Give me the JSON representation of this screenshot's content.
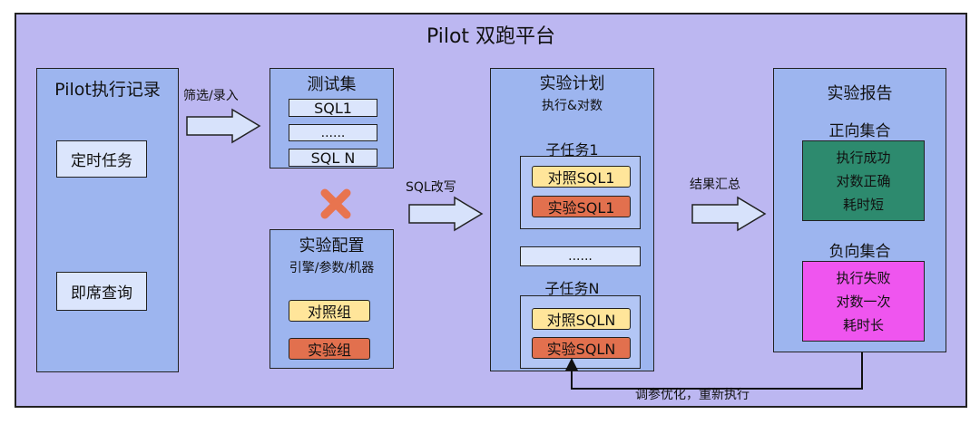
{
  "title": "Pilot 双跑平台",
  "records": {
    "title": "Pilot执行记录",
    "items": [
      "定时任务",
      "即席查询"
    ]
  },
  "arrow1": "筛选/录入",
  "testset": {
    "title": "测试集",
    "items": [
      "SQL1",
      "......",
      "SQL N"
    ]
  },
  "config": {
    "title": "实验配置",
    "subtitle": "引擎/参数/机器",
    "control": "对照组",
    "experiment": "实验组"
  },
  "arrow2": "SQL改写",
  "plan": {
    "title": "实验计划",
    "subtitle": "执行&对数",
    "task1": {
      "title": "子任务1",
      "control": "对照SQL1",
      "experiment": "实验SQL1"
    },
    "ellipsis": "......",
    "taskN": {
      "title": "子任务N",
      "control": "对照SQLN",
      "experiment": "实验SQLN"
    }
  },
  "arrow3": "结果汇总",
  "report": {
    "title": "实验报告",
    "positive": {
      "title": "正向集合",
      "lines": [
        "执行成功",
        "对数正确",
        "耗时短"
      ]
    },
    "negative": {
      "title": "负向集合",
      "lines": [
        "执行失败",
        "对数一次",
        "耗时长"
      ]
    }
  },
  "feedback": "调参优化，重新执行"
}
